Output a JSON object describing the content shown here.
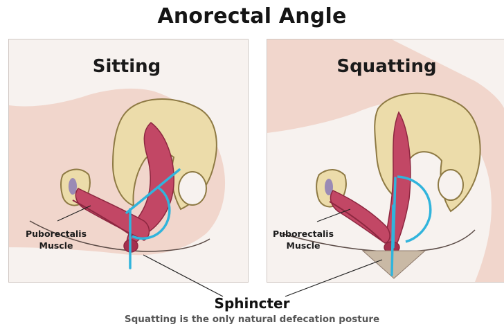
{
  "title": "Anorectal Angle",
  "panels": [
    {
      "label": "Sitting",
      "muscle_label_line1": "Puborectalis",
      "muscle_label_line2": "Muscle"
    },
    {
      "label": "Squatting",
      "muscle_label_line1": "Puborectalis",
      "muscle_label_line2": "Muscle"
    }
  ],
  "sphincter_label": "Sphincter",
  "subtitle": "Squatting is the only natural defecation posture",
  "colors": {
    "skin": "#f1d6cc",
    "bone": "#ecdcaa",
    "bone_outline": "#8e7a44",
    "muscle": "#c24765",
    "muscle_dark": "#8d2740",
    "angle_line": "#31b4dc"
  }
}
